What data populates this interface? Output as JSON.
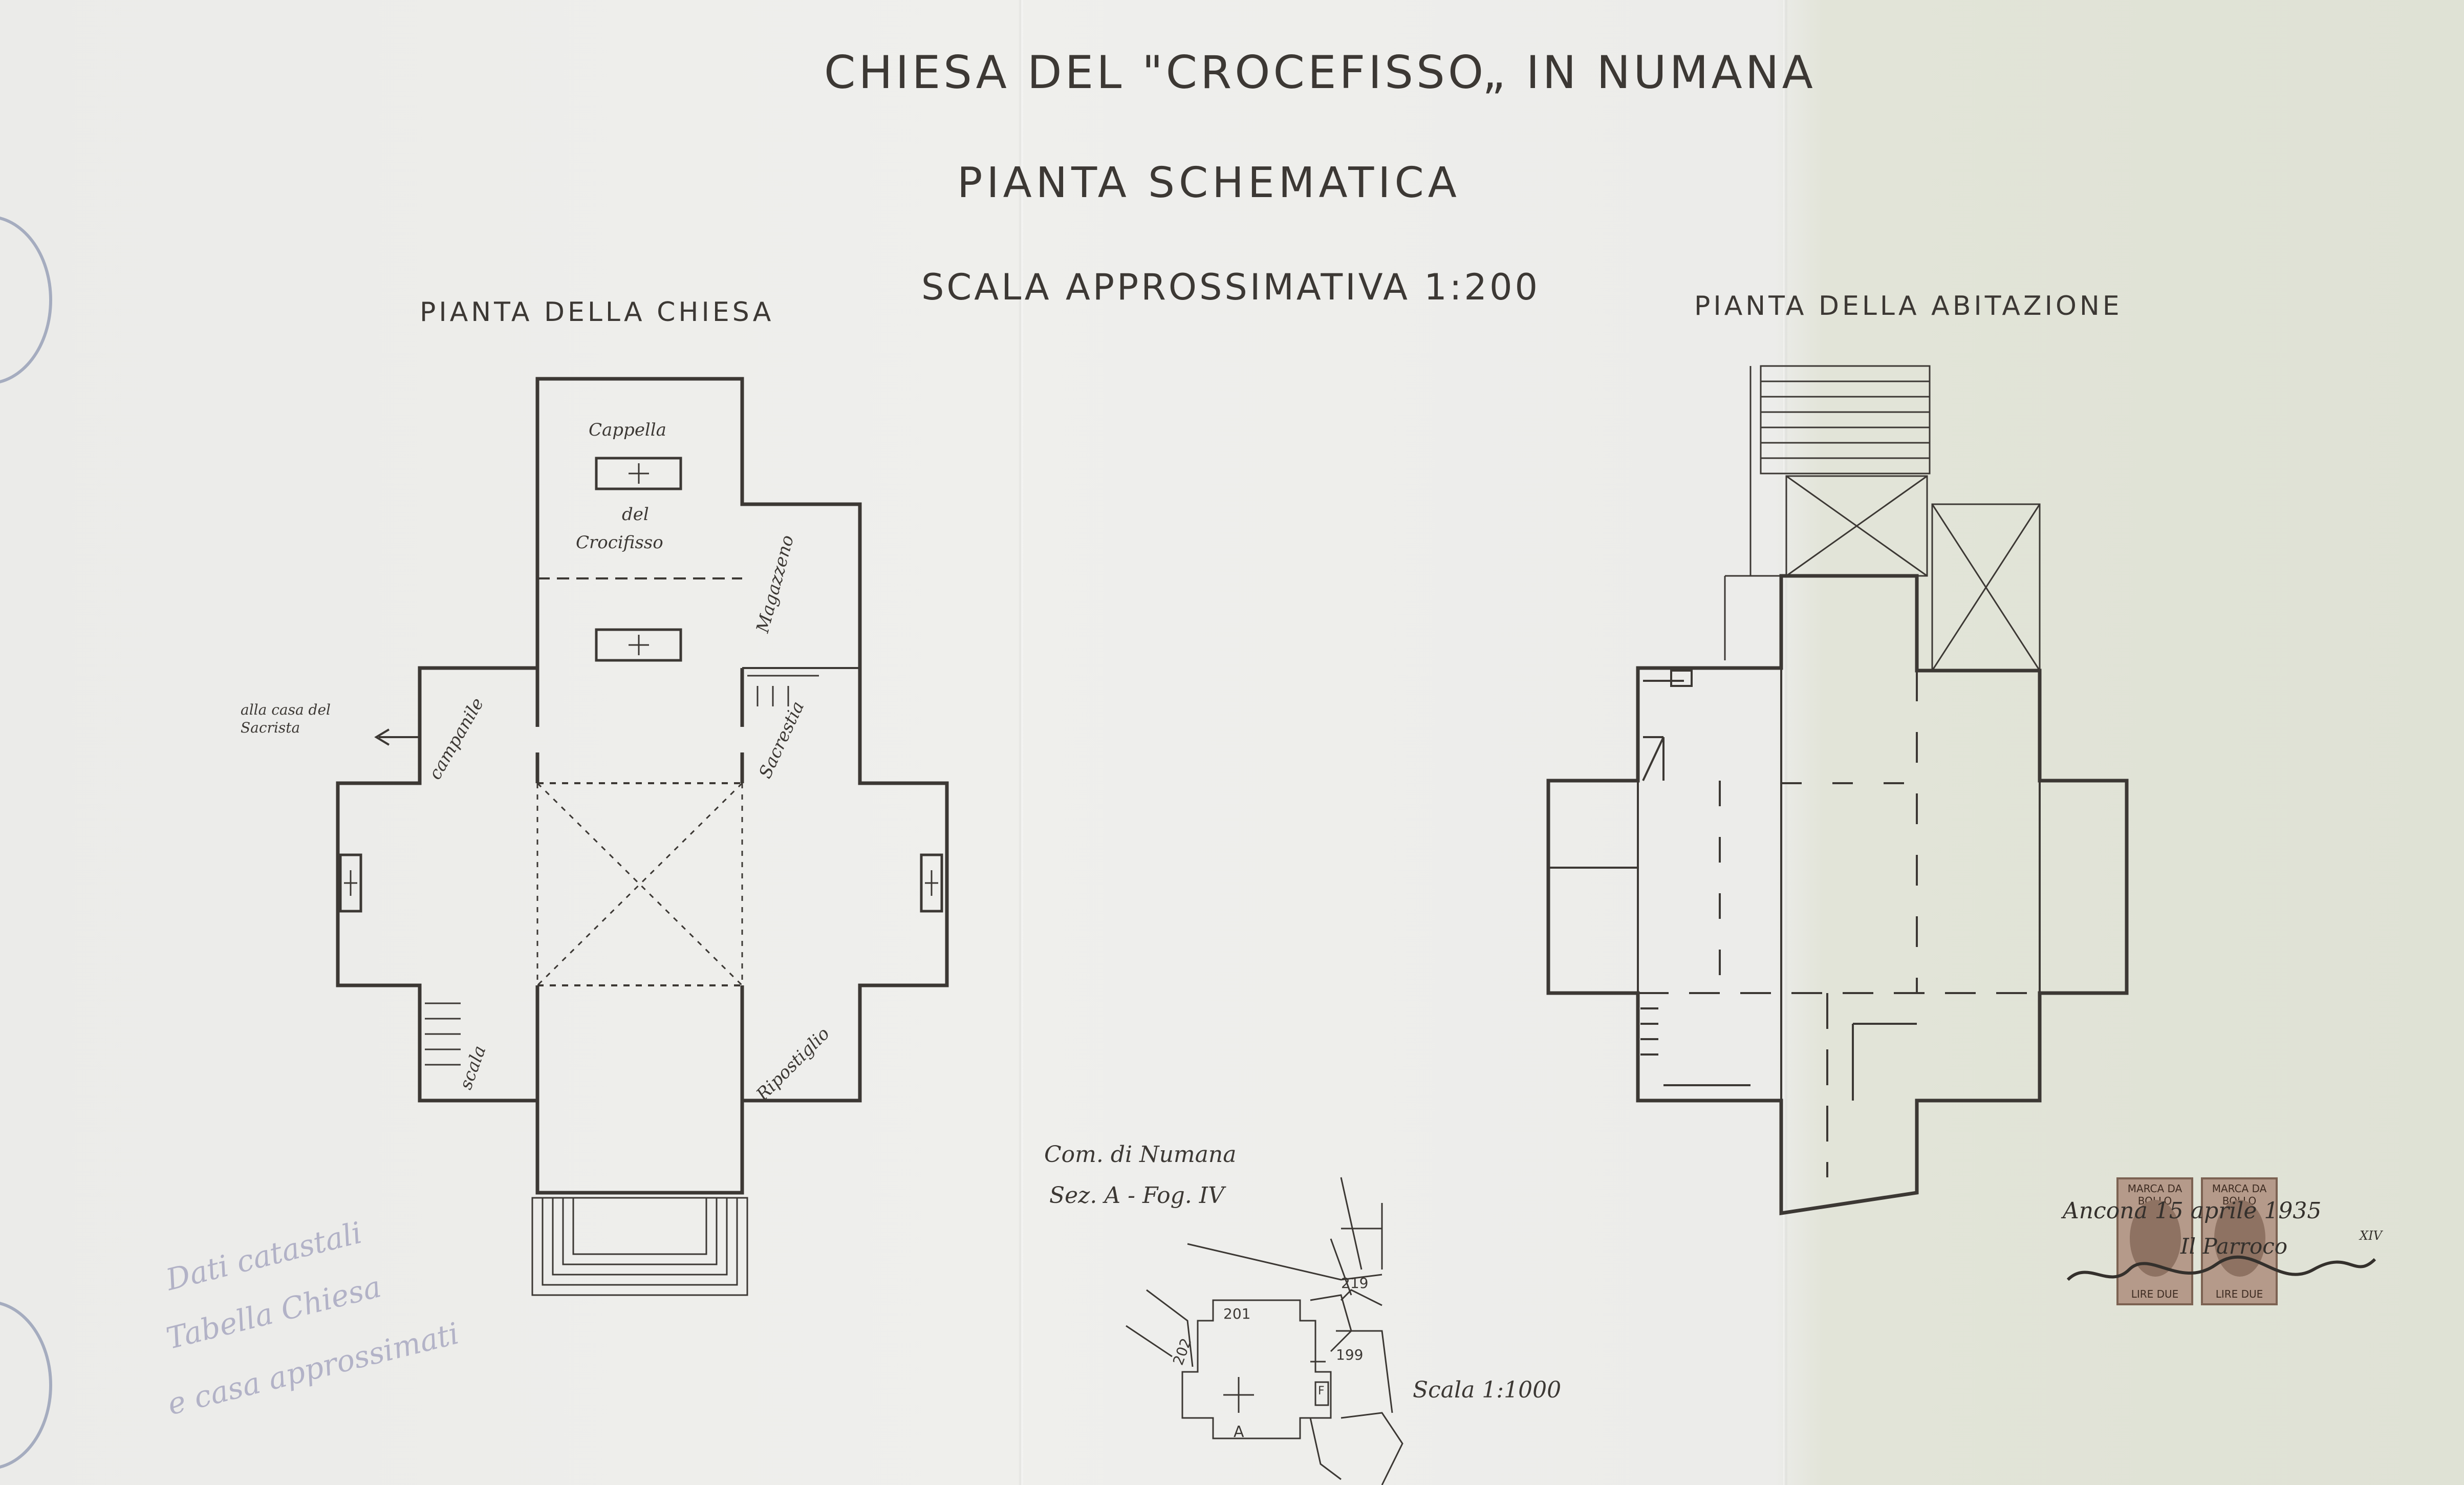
{
  "document": {
    "title": "CHIESA DEL \"CROCEFISSO„ IN NUMANA",
    "subtitle": "PIANTA SCHEMATICA",
    "scale_note": "SCALA APPROSSIMATIVA 1:200",
    "plan_left_title": "PIANTA DELLA CHIESA",
    "plan_right_title": "PIANTA DELLA ABITAZIONE"
  },
  "church_labels": {
    "cappella_line1": "Cappella",
    "cappella_line2": "del",
    "cappella_line3": "Crocifisso",
    "magazzeno": "Magazzeno",
    "campanile": "campanile",
    "sacrestia": "Sacrestia",
    "scala": "scala",
    "ripostiglio": "Ripostiglio",
    "arrow_line1": "alla casa del",
    "arrow_line2": "Sacrista"
  },
  "cadastre": {
    "line1": "Com. di Numana",
    "line2": "Sez. A - Fog. IV",
    "scale": "Scala 1:1000",
    "parcels": [
      "201",
      "219",
      "202",
      "199",
      "A",
      "F"
    ]
  },
  "stamps": {
    "revenue_top": "MARCA DA BOLLO",
    "revenue_bottom": "LIRE DUE",
    "signature_date": "Ancona 15 aprile 1935",
    "signature_year": "XIV",
    "signature_name": "Il Parroco"
  },
  "annotation": {
    "line1": "Dati catastali",
    "line2": "Tabella Chiesa",
    "line3": "e casa approssimati"
  },
  "colors": {
    "ink": "#3c3834",
    "paper": "#ececea",
    "stamp_blue": "#505f8c",
    "revenue_brown": "#b59a8a"
  }
}
